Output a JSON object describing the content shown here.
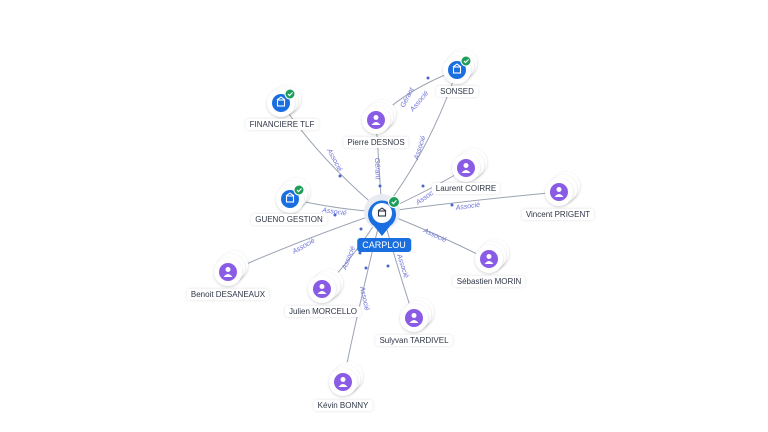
{
  "center": {
    "name": "CARPLOU",
    "icon": "building-icon",
    "verified": true
  },
  "companies": [
    {
      "name": "FINANCIERE TLF",
      "icon": "building-icon",
      "verified": true
    },
    {
      "name": "SONSED",
      "icon": "building-icon",
      "verified": true
    },
    {
      "name": "GUENO GESTION",
      "icon": "building-icon",
      "verified": true
    }
  ],
  "people": [
    {
      "name": "Pierre DESNOS",
      "icon": "person-icon"
    },
    {
      "name": "Laurent COIRRE",
      "icon": "person-icon"
    },
    {
      "name": "Vincent PRIGENT",
      "icon": "person-icon"
    },
    {
      "name": "Sébastien MORIN",
      "icon": "person-icon"
    },
    {
      "name": "Sulyvan TARDIVEL",
      "icon": "person-icon"
    },
    {
      "name": "Julien MORCELLO",
      "icon": "person-icon"
    },
    {
      "name": "Benoit DESANEAUX",
      "icon": "person-icon"
    },
    {
      "name": "Kévin BONNY",
      "icon": "person-icon"
    }
  ],
  "relations": {
    "financiere_tlf": "Associé",
    "sonsed_a": "Gérant",
    "sonsed_b": "Associé",
    "sonsed_to_center": "Associé",
    "pierre_desnos": "Gérant",
    "laurent_coirre": "Associé",
    "vincent_prigent": "Associé",
    "sebastien_morin": "Associé",
    "sulyvan_tardivel": "Associé",
    "julien_morcello": "Associé",
    "benoit_desaneaux": "Associé",
    "gueno_gestion": "Associé",
    "kevin_bonny": "Associé"
  },
  "colors": {
    "company": "#1a6fe0",
    "person": "#8a5ce6",
    "verified": "#1e9e5a",
    "edge": "#9aa3b2",
    "edge_label": "#6a6fd8"
  }
}
